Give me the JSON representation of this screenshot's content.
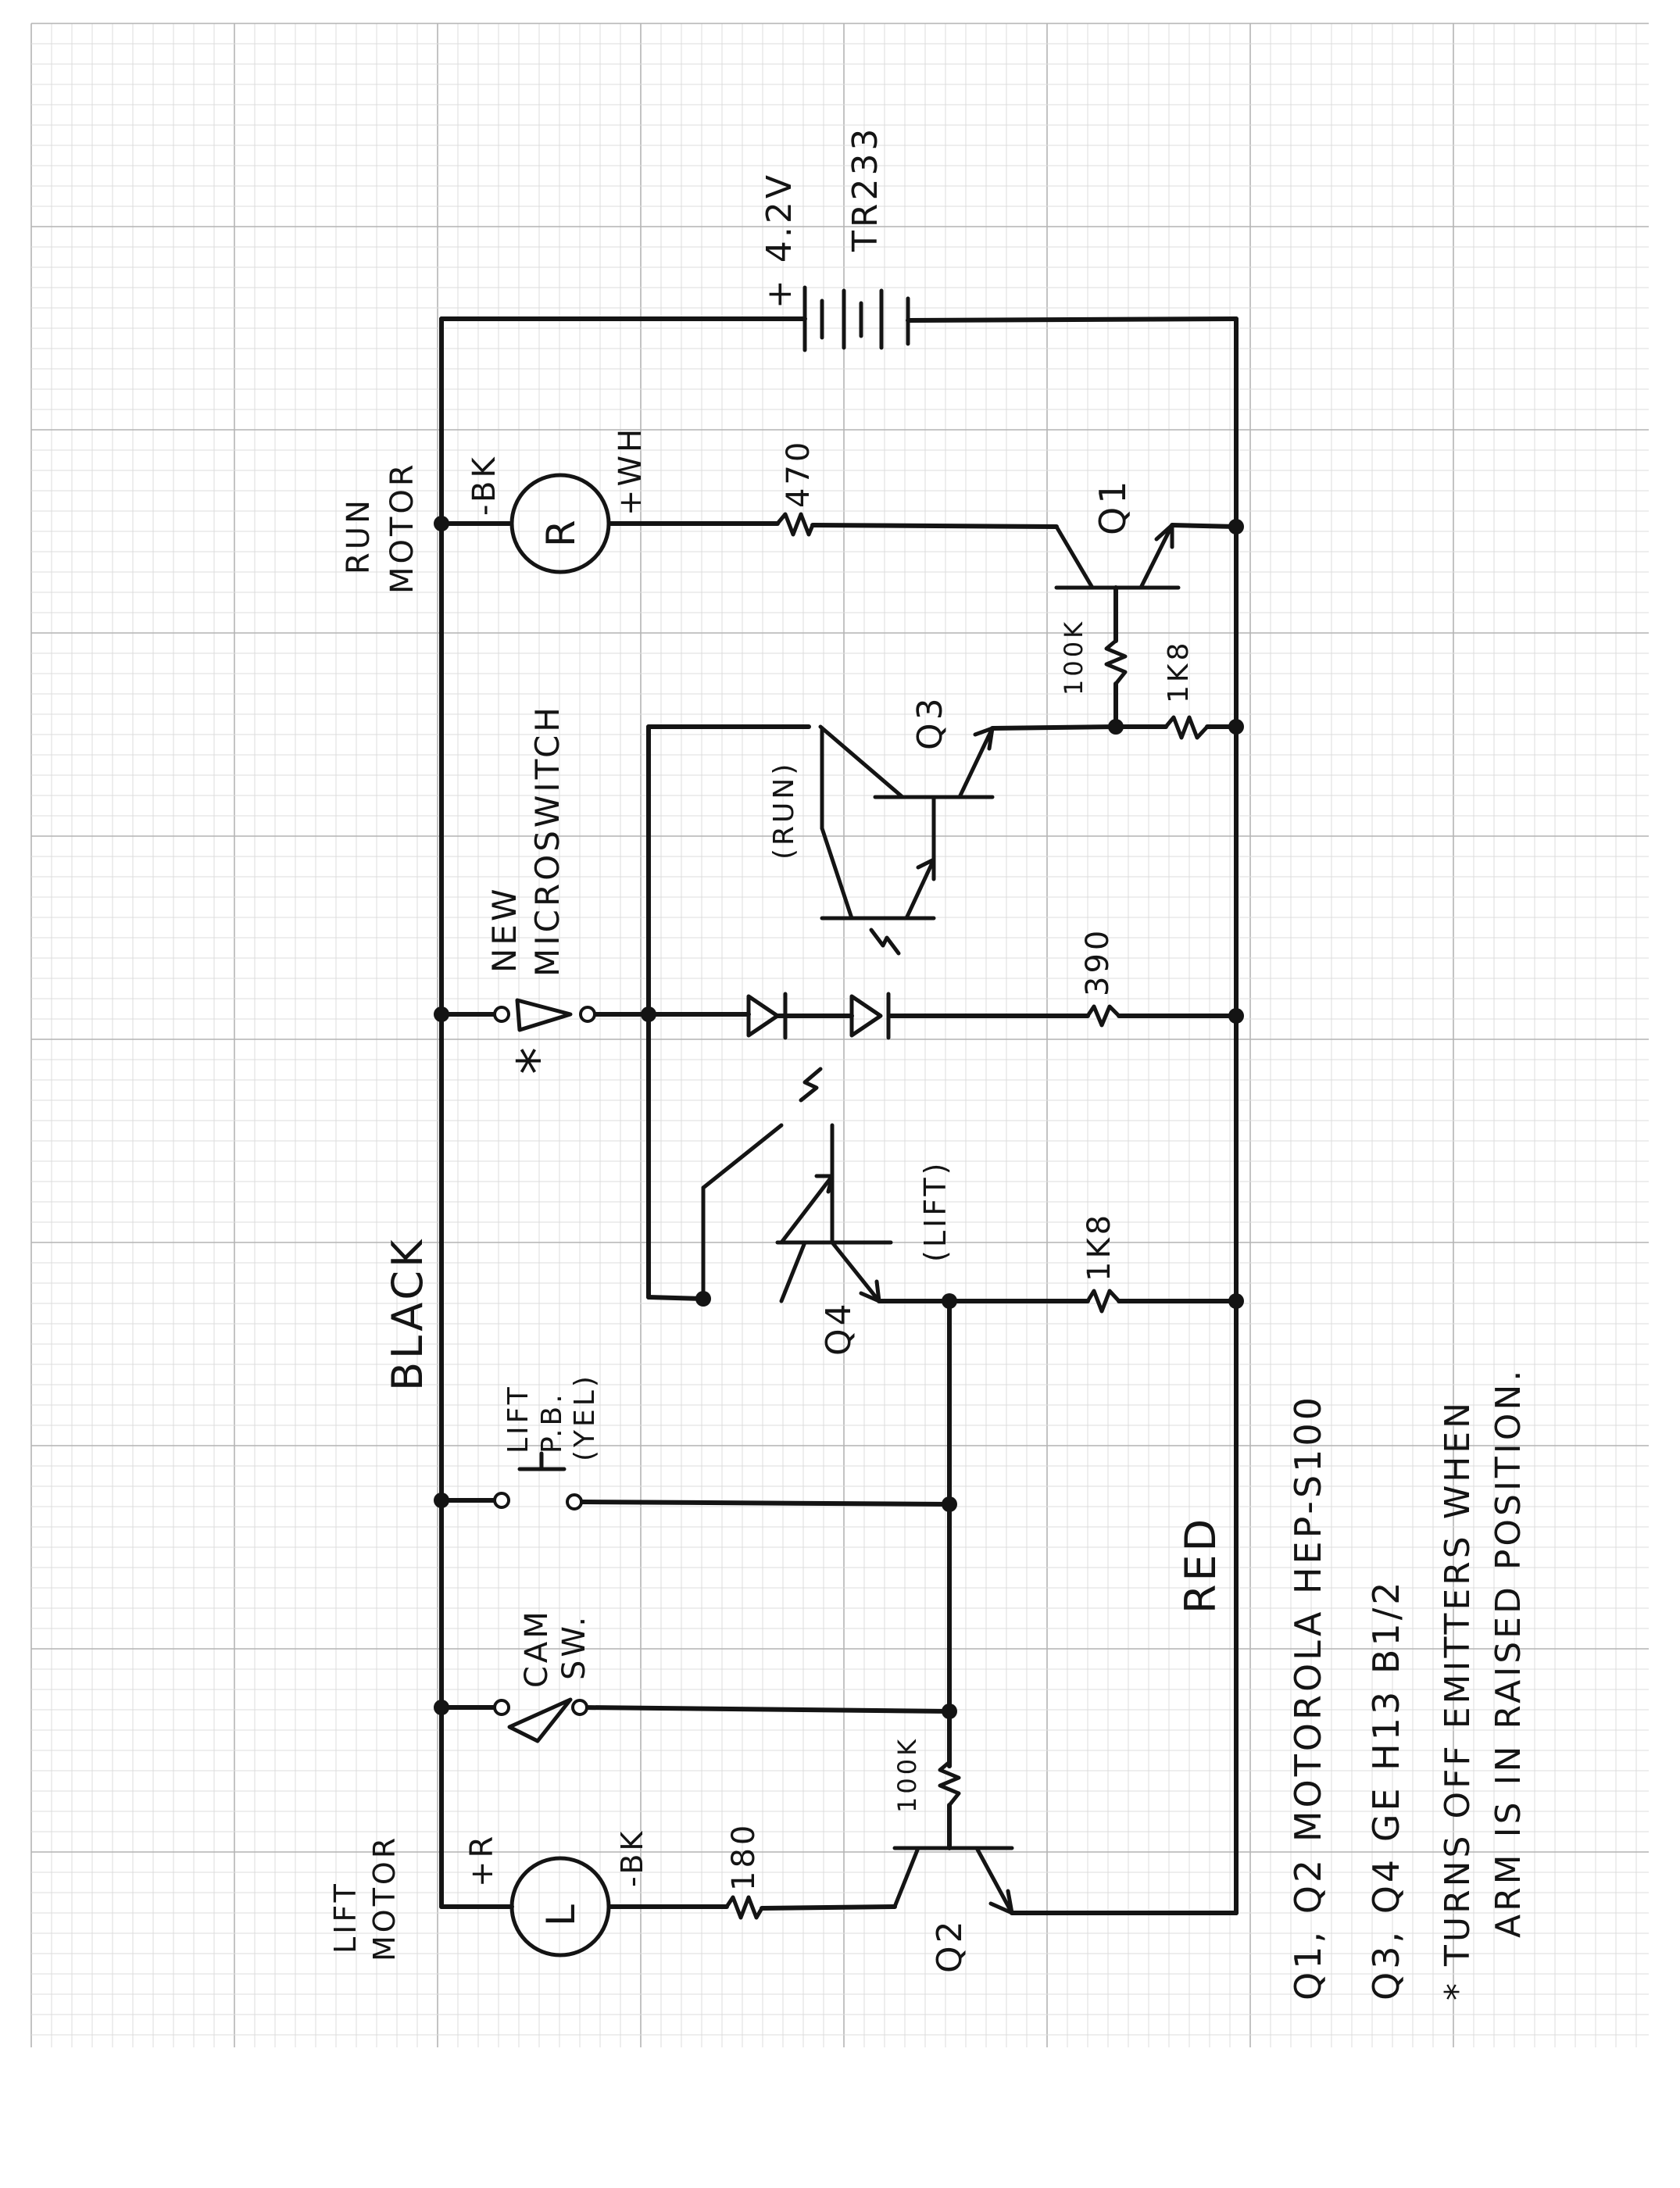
{
  "labels": {
    "battery_voltage": "+ 4.2V",
    "battery_type": "TR233",
    "run_motor": "RUN\nMOTOR",
    "run_motor_symbol": "R",
    "run_motor_neg": "-BK",
    "run_motor_pos": "+WH",
    "r_470": "470",
    "q1": "Q1",
    "r_100k_top": "100K",
    "r_1k8_top": "1K8",
    "q3": "Q3",
    "run_tag": "(RUN)",
    "new_microswitch": "NEW\nMICROSWITCH",
    "asterisk": "*",
    "r_390": "390",
    "lift_tag": "(LIFT)",
    "q4": "Q4",
    "r_1k8_mid": "1K8",
    "black": "BLACK",
    "lift_pb": "LIFT\nP.B.\n(YEL)",
    "red": "RED",
    "cam_sw": "CAM\nSW.",
    "lift_motor": "LIFT\nMOTOR",
    "lift_motor_pos": "+R",
    "lift_motor_symbol": "L",
    "lift_motor_neg": "-BK",
    "r_180": "180",
    "r_100k_bottom": "100K",
    "q2": "Q2"
  },
  "notes": [
    "Q1, Q2 MOTOROLA  HEP-S100",
    "Q3, Q4  GE  H13 B1/2",
    "*  TURNS  OFF  EMITTERS  WHEN",
    "ARM  IS  IN  RAISED  POSITION."
  ],
  "colors": {
    "ink": "#141414",
    "grid_minor": "#dcdcdc",
    "grid_major": "#b4b4b4",
    "paper": "#ffffff"
  }
}
